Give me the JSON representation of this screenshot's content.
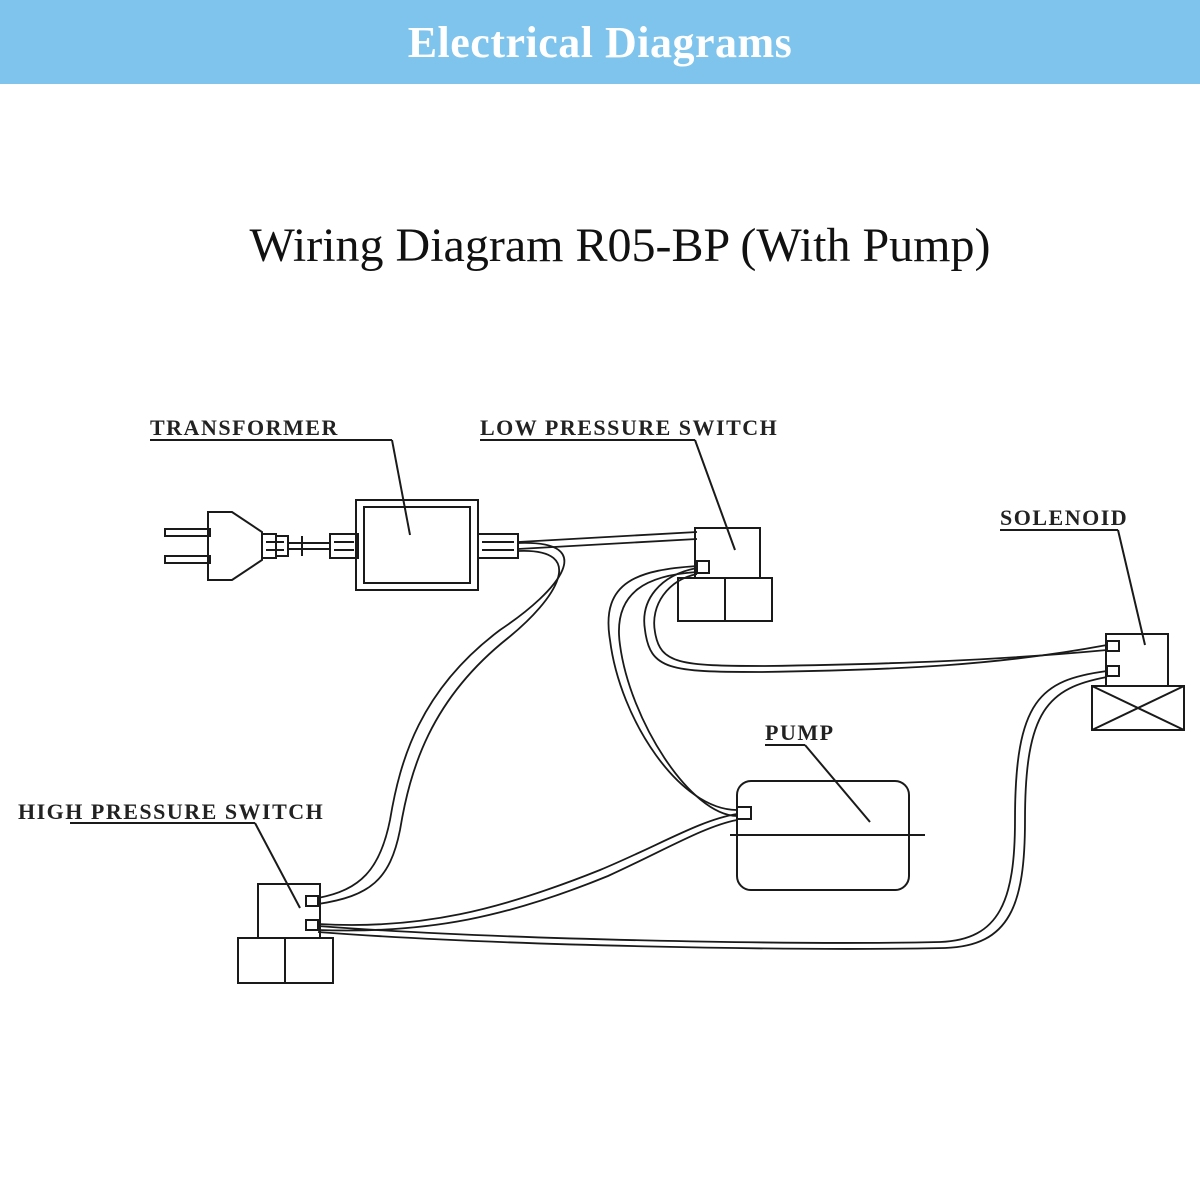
{
  "header": {
    "banner_title": "Electrical Diagrams"
  },
  "diagram": {
    "title": "Wiring Diagram R05-BP (With Pump)",
    "labels": {
      "transformer": "TRANSFORMER",
      "low_pressure_switch": "LOW PRESSURE SWITCH",
      "solenoid": "SOLENOID",
      "pump": "PUMP",
      "high_pressure_switch": "HIGH PRESSURE SWITCH"
    }
  },
  "colors": {
    "banner": "#7ec4ed",
    "line": "#1a1a1a"
  }
}
